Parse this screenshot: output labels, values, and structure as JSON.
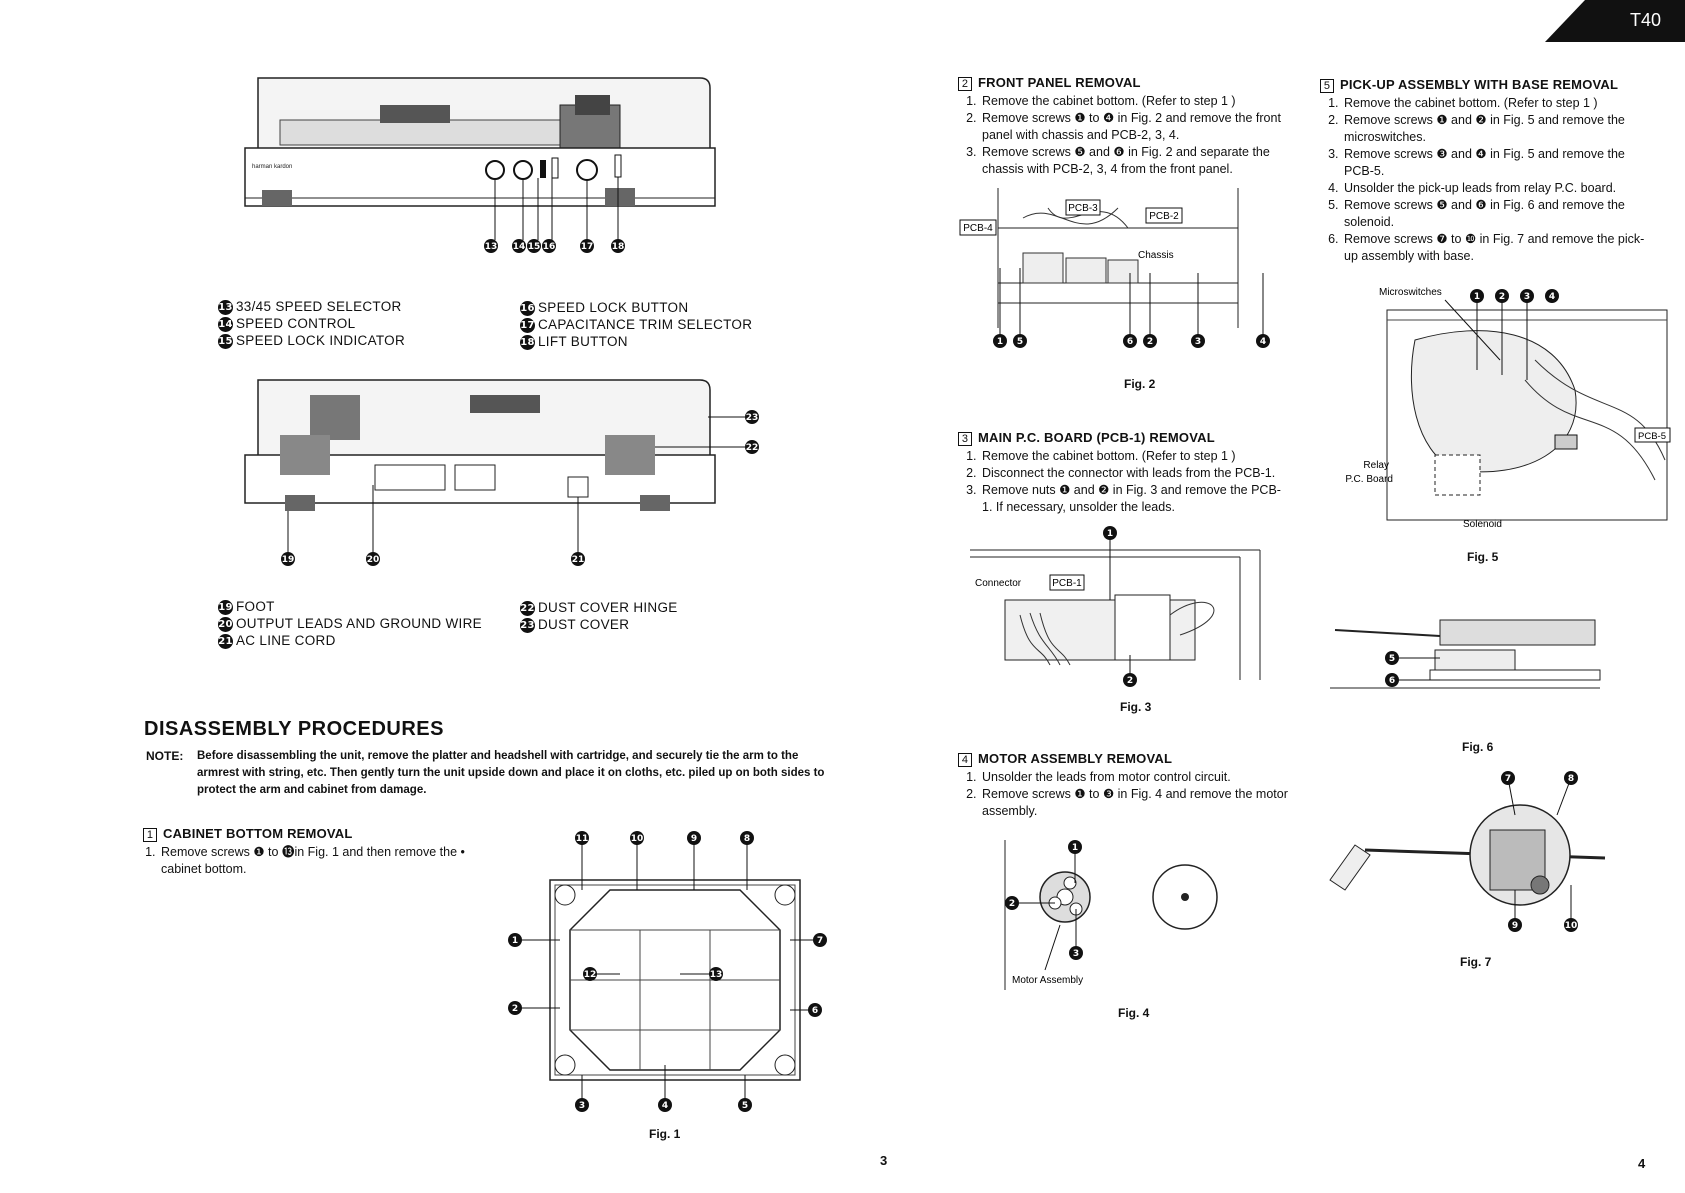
{
  "model_tag": "T40",
  "page_left_number": "3",
  "page_right_number": "4",
  "front_view": {
    "brand": "harman kardon",
    "legend_left": [
      {
        "n": "13",
        "text": "33/45 SPEED SELECTOR"
      },
      {
        "n": "14",
        "text": "SPEED CONTROL"
      },
      {
        "n": "15",
        "text": "SPEED LOCK INDICATOR"
      }
    ],
    "legend_right": [
      {
        "n": "16",
        "text": "SPEED LOCK BUTTON"
      },
      {
        "n": "17",
        "text": "CAPACITANCE TRIM SELECTOR"
      },
      {
        "n": "18",
        "text": "LIFT BUTTON"
      }
    ]
  },
  "rear_view": {
    "legend_left": [
      {
        "n": "19",
        "text": "FOOT"
      },
      {
        "n": "20",
        "text": "OUTPUT LEADS AND GROUND WIRE"
      },
      {
        "n": "21",
        "text": "AC LINE CORD"
      }
    ],
    "legend_right": [
      {
        "n": "22",
        "text": "DUST COVER HINGE"
      },
      {
        "n": "23",
        "text": "DUST COVER"
      }
    ]
  },
  "disassembly": {
    "heading": "DISASSEMBLY PROCEDURES",
    "note_label": "NOTE:",
    "note_text": "Before disassembling the unit, remove the platter and headshell with cartridge, and securely tie the arm to the armrest with string, etc. Then gently turn the unit upside down and place it on cloths, etc. piled up on both sides to protect the arm and cabinet from damage."
  },
  "sections": {
    "s1": {
      "num": "1",
      "title": "CABINET BOTTOM REMOVAL",
      "steps": [
        "Remove screws ❶ to ⓭in Fig. 1 and then remove the • cabinet bottom."
      ]
    },
    "s2": {
      "num": "2",
      "title": "FRONT PANEL REMOVAL",
      "steps": [
        "Remove the cabinet bottom. (Refer to step 1 )",
        "Remove screws ❶ to ❹ in Fig. 2 and remove the front panel with chassis and PCB-2, 3, 4.",
        "Remove screws ❺ and ❻ in Fig. 2 and separate the chassis with PCB-2, 3, 4 from the front panel."
      ]
    },
    "s3": {
      "num": "3",
      "title": "MAIN P.C. BOARD (PCB-1) REMOVAL",
      "steps": [
        "Remove the cabinet bottom. (Refer to step 1 )",
        "Disconnect the connector with leads from the PCB-1.",
        "Remove nuts ❶ and ❷ in Fig. 3 and remove the PCB-1. If necessary, unsolder the leads."
      ]
    },
    "s4": {
      "num": "4",
      "title": "MOTOR ASSEMBLY REMOVAL",
      "steps": [
        "Unsolder the leads from motor control circuit.",
        "Remove screws ❶ to ❸ in Fig. 4 and remove the motor assembly."
      ]
    },
    "s5": {
      "num": "5",
      "title": "PICK-UP ASSEMBLY WITH BASE REMOVAL",
      "steps": [
        "Remove the cabinet bottom. (Refer to step 1 )",
        "Remove screws ❶ and ❷ in Fig. 5 and remove the microswitches.",
        "Remove screws ❸ and ❹ in Fig. 5 and remove the PCB-5.",
        "Unsolder the pick-up leads from relay P.C. board.",
        "Remove screws ❺ and ❻ in Fig. 6 and remove the solenoid.",
        "Remove screws ❼ to ❿ in Fig. 7 and remove the pick-up assembly with base."
      ]
    }
  },
  "figures": {
    "fig1": "Fig. 1",
    "fig2": "Fig. 2",
    "fig3": "Fig. 3",
    "fig4": "Fig. 4",
    "fig5": "Fig. 5",
    "fig6": "Fig. 6",
    "fig7": "Fig. 7"
  },
  "fig_labels": {
    "pcb2": "PCB-2",
    "pcb3": "PCB-3",
    "pcb4": "PCB-4",
    "chassis": "Chassis",
    "connector": "Connector",
    "pcb1": "PCB-1",
    "motor_assembly": "Motor Assembly",
    "microswitches": "Microswitches",
    "relay": "Relay",
    "pc_board": "P.C. Board",
    "solenoid": "Solenoid",
    "pcb5": "PCB-5"
  }
}
